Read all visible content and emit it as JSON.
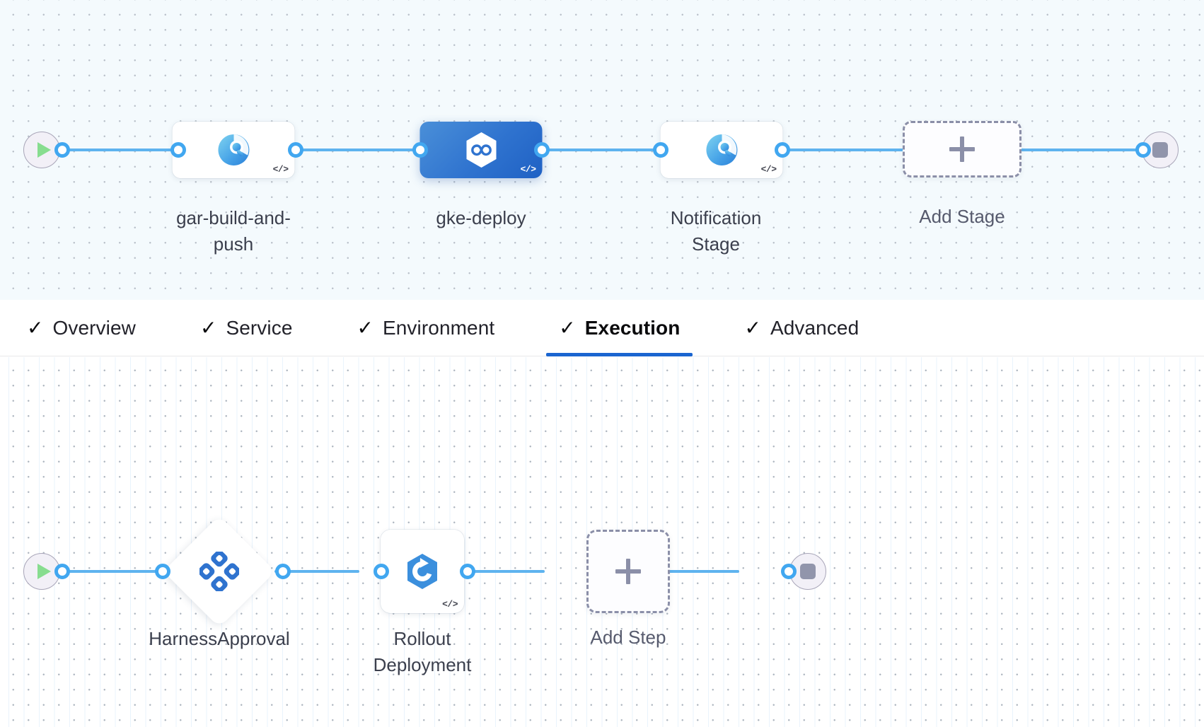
{
  "stage_canvas": {
    "name": "pipeline-stage-canvas",
    "start_node": {
      "icon": "play-icon",
      "label": ""
    },
    "end_node": {
      "icon": "stop-icon",
      "label": ""
    },
    "stages": [
      {
        "id": "gar-build-and-push",
        "label": "gar-build-and-push",
        "icon": "harness-ci-icon",
        "selected": false,
        "has_code_badge": true
      },
      {
        "id": "gke-deploy",
        "label": "gke-deploy",
        "icon": "harness-cd-hexagon-infinity-icon",
        "selected": true,
        "has_code_badge": true
      },
      {
        "id": "notification-stage",
        "label": "Notification Stage",
        "icon": "harness-ci-icon",
        "selected": false,
        "has_code_badge": true
      }
    ],
    "add_stage": {
      "label": "Add Stage",
      "icon": "plus-icon"
    }
  },
  "tab_bar": {
    "tabs": [
      {
        "id": "overview",
        "label": "Overview",
        "icon": "check-icon",
        "complete": true,
        "active": false
      },
      {
        "id": "service",
        "label": "Service",
        "icon": "check-icon",
        "complete": true,
        "active": false
      },
      {
        "id": "environment",
        "label": "Environment",
        "icon": "check-icon",
        "complete": true,
        "active": false
      },
      {
        "id": "execution",
        "label": "Execution",
        "icon": "check-icon",
        "complete": true,
        "active": true
      },
      {
        "id": "advanced",
        "label": "Advanced",
        "icon": "check-icon",
        "complete": true,
        "active": false
      }
    ],
    "check_glyph": "✓",
    "active_underline_color": "#1a65d0"
  },
  "execution_canvas": {
    "name": "pipeline-execution-canvas",
    "start_node": {
      "icon": "play-icon"
    },
    "end_node": {
      "icon": "stop-icon"
    },
    "steps": [
      {
        "id": "harness-approval",
        "label": "HarnessApproval",
        "icon": "harness-approval-icon",
        "shape": "diamond",
        "has_code_badge": false
      },
      {
        "id": "rollout-deployment",
        "label": "Rollout Deployment",
        "icon": "k8s-rollout-icon",
        "shape": "square",
        "has_code_badge": true
      }
    ],
    "add_step": {
      "label": "Add Step",
      "icon": "plus-icon"
    }
  },
  "colors": {
    "accent_blue": "#1a65d0",
    "link_blue": "#5eb3ef",
    "port_blue": "#41a7f0",
    "selected_node_blue": "#2f73cf",
    "canvas_top_bg": "#f4fafd",
    "canvas_bottom_bg": "#ffffff",
    "dashed_grey": "#8b8fa8",
    "start_green": "#87dd8f",
    "stop_grey": "#9195ab"
  }
}
